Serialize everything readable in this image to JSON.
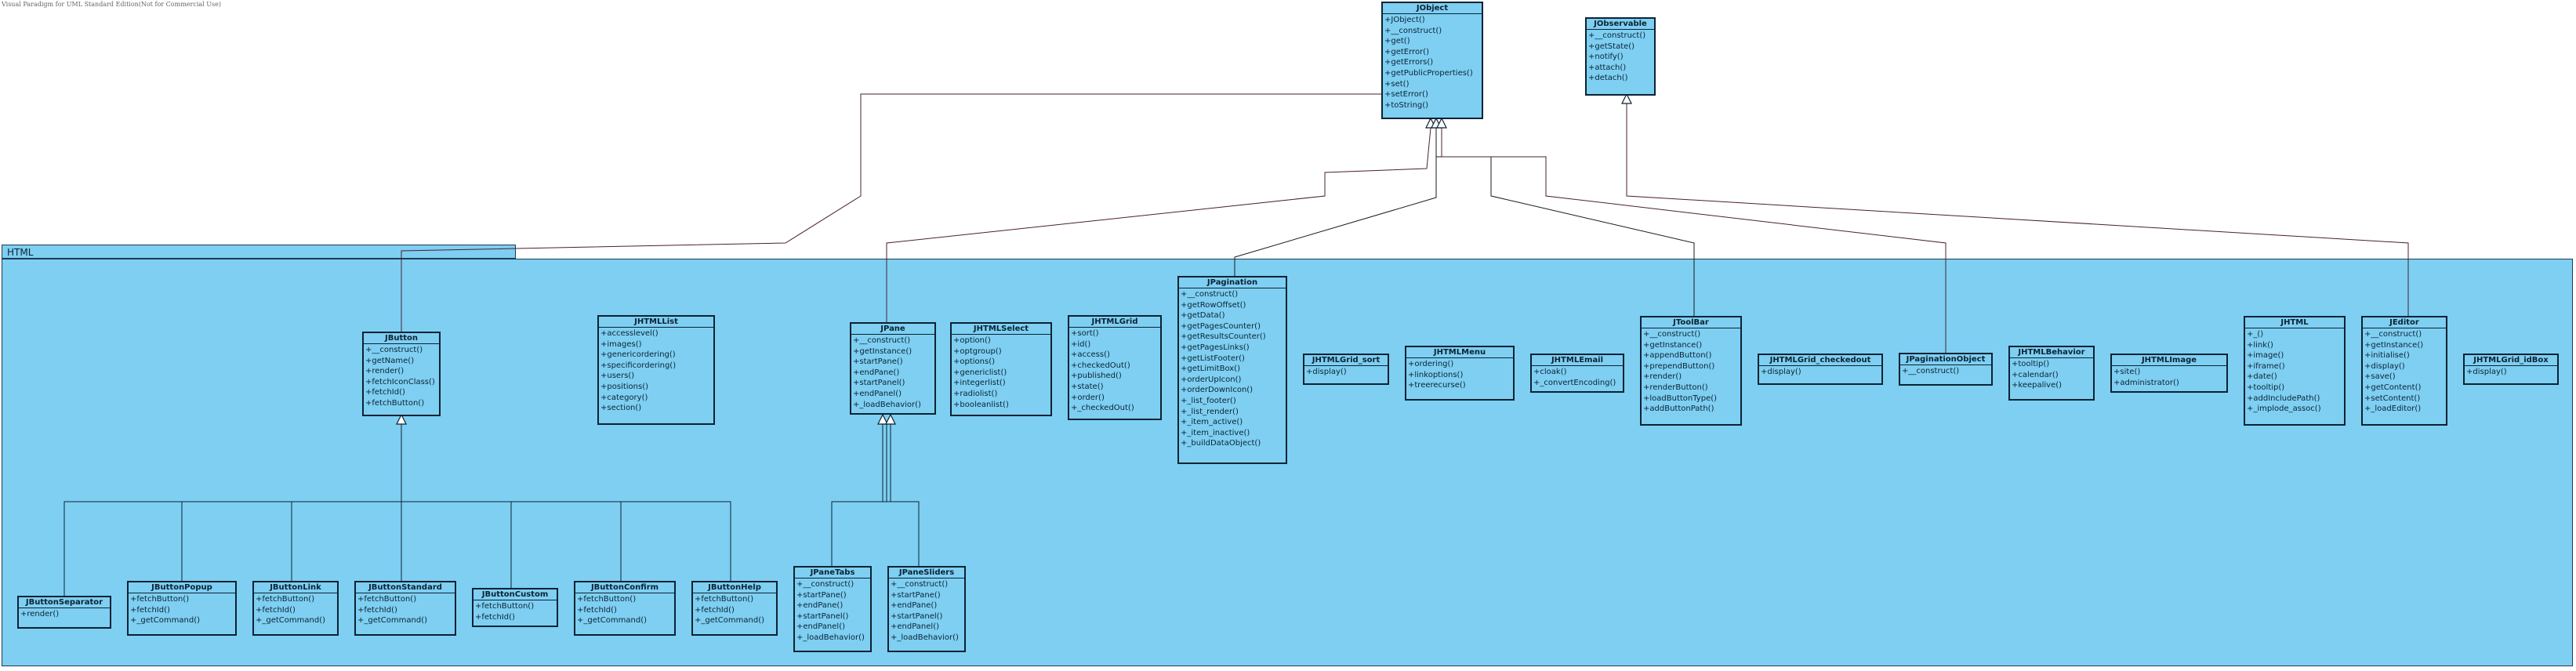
{
  "watermark": "Visual Paradigm for UML Standard Edition(Not for Commercial Use)",
  "package": {
    "name": "HTML"
  },
  "classes": {
    "JObject": {
      "name": "JObject",
      "ops": [
        "+JObject()",
        "+__construct()",
        "+get()",
        "+getError()",
        "+getErrors()",
        "+getPublicProperties()",
        "+set()",
        "+setError()",
        "+toString()"
      ]
    },
    "JObservable": {
      "name": "JObservable",
      "ops": [
        "+__construct()",
        "+getState()",
        "+notify()",
        "+attach()",
        "+detach()"
      ]
    },
    "JButton": {
      "name": "JButton",
      "ops": [
        "+__construct()",
        "+getName()",
        "+render()",
        "+fetchIconClass()",
        "+fetchId()",
        "+fetchButton()"
      ]
    },
    "JHTMLList": {
      "name": "JHTMLList",
      "ops": [
        "+accesslevel()",
        "+images()",
        "+genericordering()",
        "+specificordering()",
        "+users()",
        "+positions()",
        "+category()",
        "+section()"
      ]
    },
    "JPane": {
      "name": "JPane",
      "ops": [
        "+__construct()",
        "+getInstance()",
        "+startPane()",
        "+endPane()",
        "+startPanel()",
        "+endPanel()",
        "+_loadBehavior()"
      ]
    },
    "JHTMLSelect": {
      "name": "JHTMLSelect",
      "ops": [
        "+option()",
        "+optgroup()",
        "+options()",
        "+genericlist()",
        "+integerlist()",
        "+radiolist()",
        "+booleanlist()"
      ]
    },
    "JHTMLGrid": {
      "name": "JHTMLGrid",
      "ops": [
        "+sort()",
        "+id()",
        "+access()",
        "+checkedOut()",
        "+published()",
        "+state()",
        "+order()",
        "+_checkedOut()"
      ]
    },
    "JPagination": {
      "name": "JPagination",
      "ops": [
        "+__construct()",
        "+getRowOffset()",
        "+getData()",
        "+getPagesCounter()",
        "+getResultsCounter()",
        "+getPagesLinks()",
        "+getListFooter()",
        "+getLimitBox()",
        "+orderUpIcon()",
        "+orderDownIcon()",
        "+_list_footer()",
        "+_list_render()",
        "+_item_active()",
        "+_item_inactive()",
        "+_buildDataObject()"
      ]
    },
    "JHTMLGrid_sort": {
      "name": "JHTMLGrid_sort",
      "ops": [
        "+display()"
      ]
    },
    "JHTMLMenu": {
      "name": "JHTMLMenu",
      "ops": [
        "+ordering()",
        "+linkoptions()",
        "+treerecurse()"
      ]
    },
    "JHTMLEmail": {
      "name": "JHTMLEmail",
      "ops": [
        "+cloak()",
        "+_convertEncoding()"
      ]
    },
    "JToolBar": {
      "name": "JToolBar",
      "ops": [
        "+__construct()",
        "+getInstance()",
        "+appendButton()",
        "+prependButton()",
        "+render()",
        "+renderButton()",
        "+loadButtonType()",
        "+addButtonPath()"
      ]
    },
    "JHTMLGrid_checkedout": {
      "name": "JHTMLGrid_checkedout",
      "ops": [
        "+display()"
      ]
    },
    "JPaginationObject": {
      "name": "JPaginationObject",
      "ops": [
        "+__construct()"
      ]
    },
    "JHTMLBehavior": {
      "name": "JHTMLBehavior",
      "ops": [
        "+tooltip()",
        "+calendar()",
        "+keepalive()"
      ]
    },
    "JHTMLImage": {
      "name": "JHTMLImage",
      "ops": [
        "+site()",
        "+administrator()"
      ]
    },
    "JHTML": {
      "name": "JHTML",
      "ops": [
        "+_()",
        "+link()",
        "+image()",
        "+iframe()",
        "+date()",
        "+tooltip()",
        "+addIncludePath()",
        "+_implode_assoc()"
      ]
    },
    "JEditor": {
      "name": "JEditor",
      "ops": [
        "+__construct()",
        "+getInstance()",
        "+initialise()",
        "+display()",
        "+save()",
        "+getContent()",
        "+setContent()",
        "+_loadEditor()"
      ]
    },
    "JHTMLGrid_idBox": {
      "name": "JHTMLGrid_idBox",
      "ops": [
        "+display()"
      ]
    },
    "JButtonSeparator": {
      "name": "JButtonSeparator",
      "ops": [
        "+render()"
      ]
    },
    "JButtonPopup": {
      "name": "JButtonPopup",
      "ops": [
        "+fetchButton()",
        "+fetchId()",
        "+_getCommand()"
      ]
    },
    "JButtonLink": {
      "name": "JButtonLink",
      "ops": [
        "+fetchButton()",
        "+fetchId()",
        "+_getCommand()"
      ]
    },
    "JButtonStandard": {
      "name": "JButtonStandard",
      "ops": [
        "+fetchButton()",
        "+fetchId()",
        "+_getCommand()"
      ]
    },
    "JButtonCustom": {
      "name": "JButtonCustom",
      "ops": [
        "+fetchButton()",
        "+fetchId()"
      ]
    },
    "JButtonConfirm": {
      "name": "JButtonConfirm",
      "ops": [
        "+fetchButton()",
        "+fetchId()",
        "+_getCommand()"
      ]
    },
    "JButtonHelp": {
      "name": "JButtonHelp",
      "ops": [
        "+fetchButton()",
        "+fetchId()",
        "+_getCommand()"
      ]
    },
    "JPaneTabs": {
      "name": "JPaneTabs",
      "ops": [
        "+__construct()",
        "+startPane()",
        "+endPane()",
        "+startPanel()",
        "+endPanel()",
        "+_loadBehavior()"
      ]
    },
    "JPaneSliders": {
      "name": "JPaneSliders",
      "ops": [
        "+__construct()",
        "+startPane()",
        "+endPane()",
        "+startPanel()",
        "+endPanel()",
        "+_loadBehavior()"
      ]
    }
  },
  "generalizations": [
    {
      "child": "JButton",
      "parent": "JObject"
    },
    {
      "child": "JPane",
      "parent": "JObject"
    },
    {
      "child": "JPagination",
      "parent": "JObject"
    },
    {
      "child": "JToolBar",
      "parent": "JObject"
    },
    {
      "child": "JPaginationObject",
      "parent": "JObject"
    },
    {
      "child": "JEditor",
      "parent": "JObservable"
    },
    {
      "child": "JButtonSeparator",
      "parent": "JButton"
    },
    {
      "child": "JButtonPopup",
      "parent": "JButton"
    },
    {
      "child": "JButtonLink",
      "parent": "JButton"
    },
    {
      "child": "JButtonStandard",
      "parent": "JButton"
    },
    {
      "child": "JButtonCustom",
      "parent": "JButton"
    },
    {
      "child": "JButtonConfirm",
      "parent": "JButton"
    },
    {
      "child": "JButtonHelp",
      "parent": "JButton"
    },
    {
      "child": "JPaneTabs",
      "parent": "JPane"
    },
    {
      "child": "JPaneSliders",
      "parent": "JPane"
    }
  ]
}
